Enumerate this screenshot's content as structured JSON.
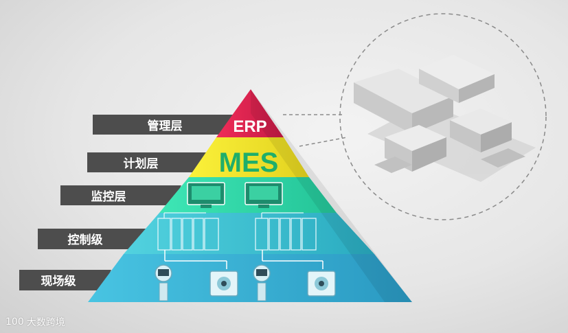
{
  "layers": [
    {
      "label": "管理层",
      "pyramid_text": "ERP",
      "color": "#e0244f"
    },
    {
      "label": "计划层",
      "pyramid_text": "MES",
      "color": "#f6ea2c"
    },
    {
      "label": "监控层",
      "pyramid_text": "",
      "color": "#2fd6a8"
    },
    {
      "label": "控制级",
      "pyramid_text": "",
      "color": "#3cc3cf"
    },
    {
      "label": "现场级",
      "pyramid_text": "",
      "color": "#37b2d6"
    }
  ],
  "colors": {
    "tab_bg": "#4d4d4d",
    "mes_text": "#1fae6a",
    "erp_text": "#ffffff",
    "leader_line": "#8a8a8a"
  },
  "icons": {
    "monitor": "monitor-icon",
    "plc": "plc-cabinet-icon",
    "instrument": "field-instrument-icon",
    "motor": "motor-icon",
    "factory": "factory-illustration"
  },
  "watermark": {
    "logo": "100",
    "text": "大数跨境"
  }
}
